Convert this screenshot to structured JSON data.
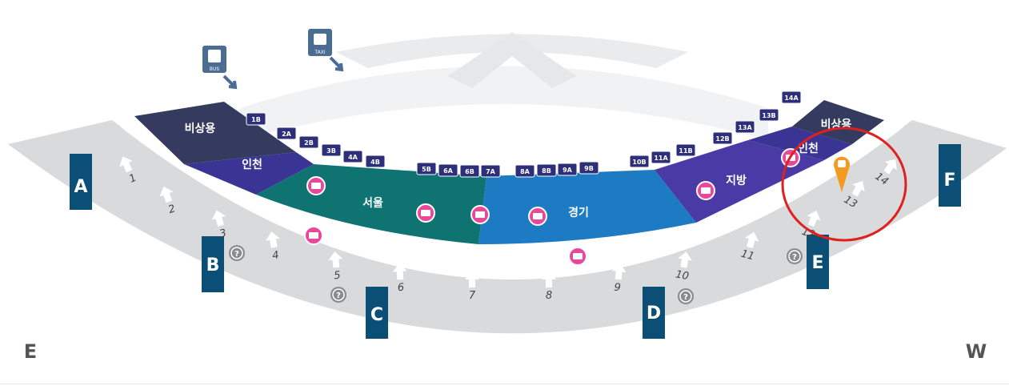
{
  "compass": {
    "east": "E",
    "west": "W"
  },
  "transport": {
    "bus": "BUS",
    "taxi": "TAXI"
  },
  "zones": {
    "left_emergency": "비상용",
    "left_incheon": "인천",
    "seoul": "서울",
    "gyeonggi": "경기",
    "regional": "지방",
    "right_incheon": "인천",
    "right_emergency": "비상용"
  },
  "gates": [
    "A",
    "B",
    "C",
    "D",
    "E",
    "F"
  ],
  "platforms": [
    "1B",
    "2A",
    "2B",
    "3B",
    "4A",
    "4B",
    "5B",
    "6A",
    "6B",
    "7A",
    "8A",
    "8B",
    "9A",
    "9B",
    "10B",
    "11A",
    "11B",
    "12B",
    "13A",
    "13B",
    "14A"
  ],
  "exits": [
    "1",
    "2",
    "3",
    "4",
    "5",
    "6",
    "7",
    "8",
    "9",
    "10",
    "11",
    "12",
    "13",
    "14"
  ],
  "help_symbol": "?",
  "colors": {
    "emergency": "#343b5e",
    "incheon": "#3a3495",
    "seoul": "#0f7372",
    "gyeonggi": "#1c7bc2",
    "regional": "#4a3aa6",
    "gate": "#0b4f77",
    "platform_sign": "#2e2f7a",
    "ticket_icon": "#e8489b",
    "highlight": "#e02020",
    "marker": "#f49a1e",
    "arc_gray": "#d9dadc"
  }
}
